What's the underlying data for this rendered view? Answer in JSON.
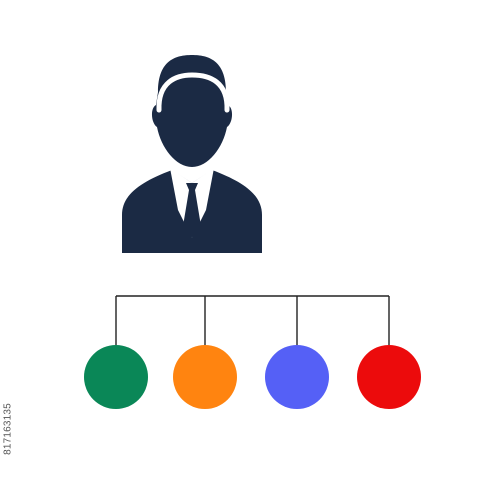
{
  "colors": {
    "person": "#1b2a44",
    "connector": "#222222",
    "background": "#ffffff"
  },
  "icons": {
    "root": "businessman-icon"
  },
  "hierarchy": {
    "children": [
      {
        "name": "green-node",
        "color": "#0a8757"
      },
      {
        "name": "orange-node",
        "color": "#ff8410"
      },
      {
        "name": "blue-node",
        "color": "#5560f6"
      },
      {
        "name": "red-node",
        "color": "#ec0b0c"
      }
    ]
  },
  "watermark": {
    "id_text": "817163135"
  }
}
